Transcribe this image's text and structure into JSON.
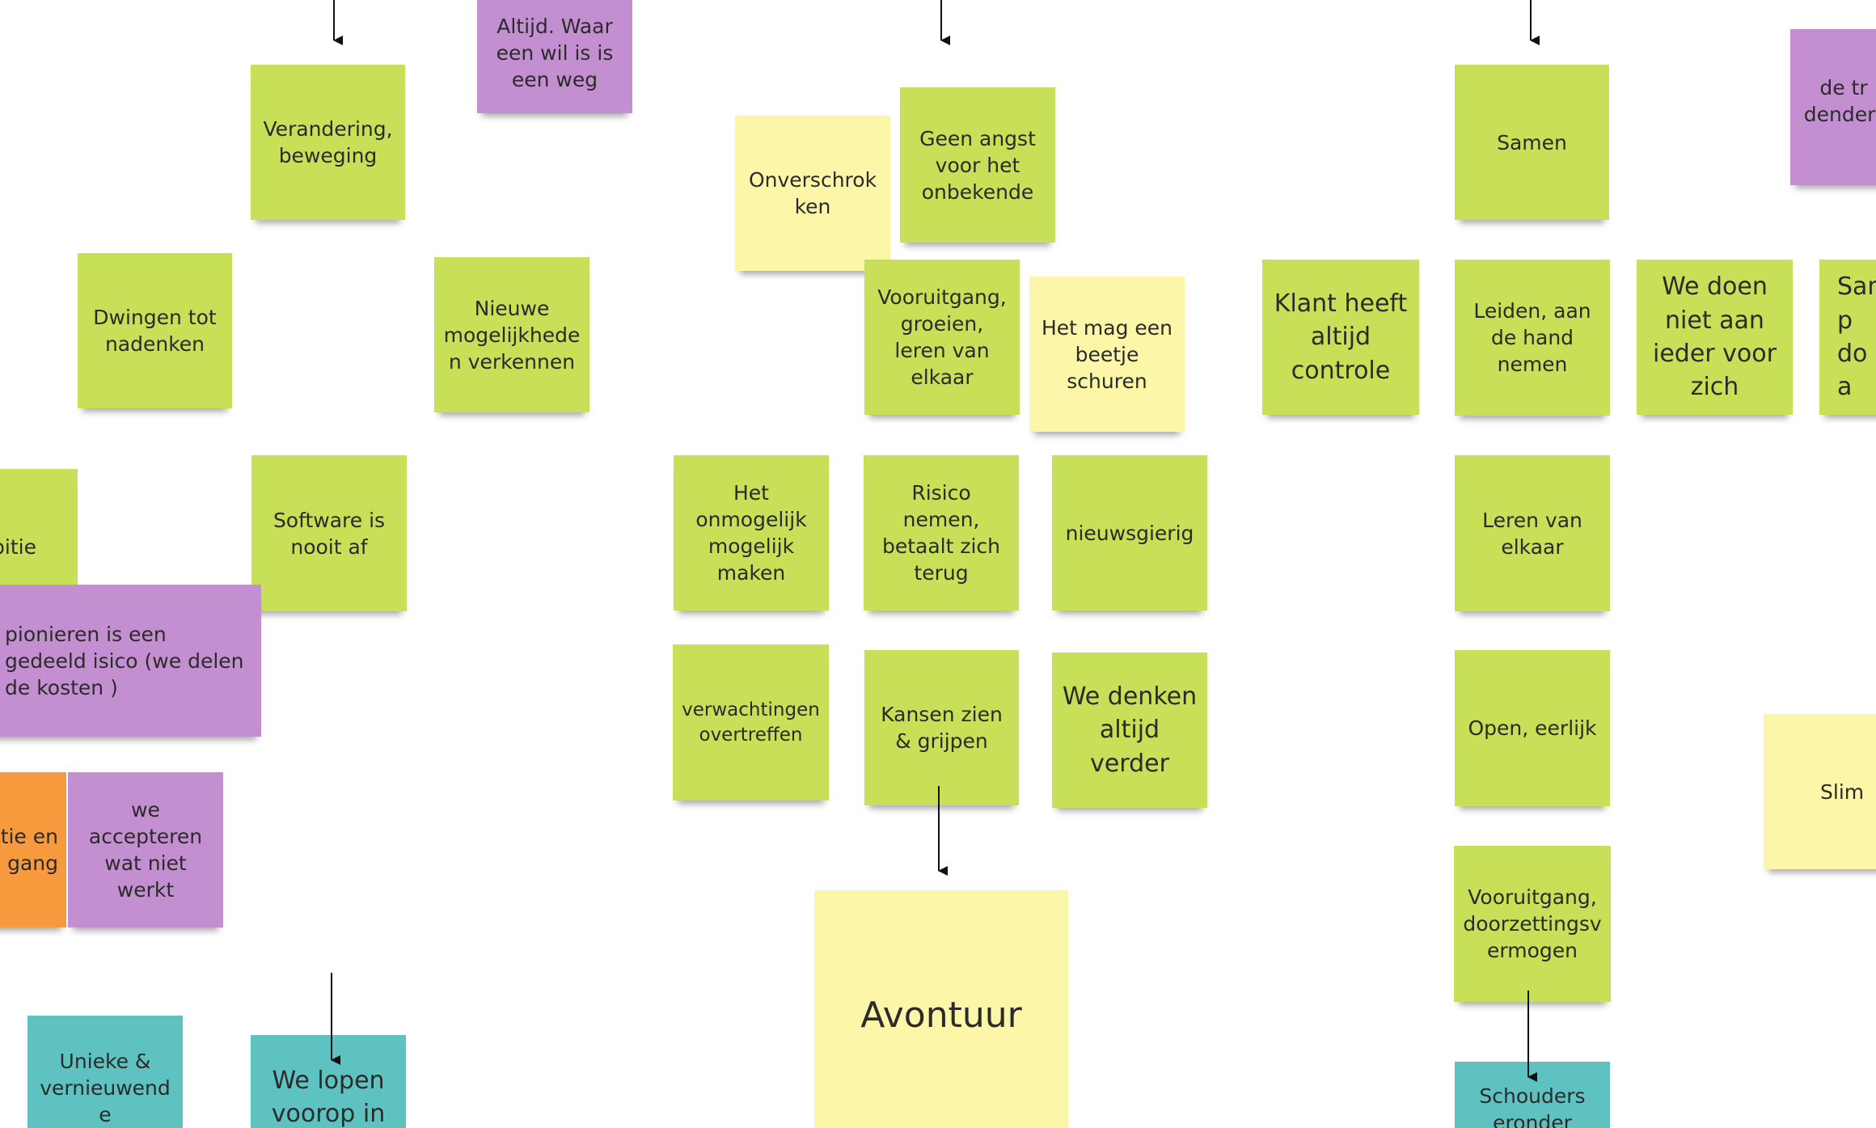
{
  "board": {
    "colors": {
      "green": "#c8df58",
      "yellow": "#fbf6a8",
      "purple": "#c48fd1",
      "orange": "#f79a3e",
      "teal": "#5dc2c0"
    },
    "notes": {
      "altijd_waar": "Altijd. Waar een wil is is een weg",
      "verandering": "Verandering, beweging",
      "dwingen": "Dwingen tot nadenken",
      "nieuwe_mogelijkheden": "Nieuwe mogelijkhede n verkennen",
      "ambitie_partial": "bitie",
      "software": "Software is nooit af",
      "pionieren": "pionieren is een gedeeld isico (we delen de kosten )",
      "orange_partial": "tie en gang",
      "accepteren": "we accepteren wat niet werkt",
      "unieke": "Unieke & vernieuwend e oplossingen",
      "we_lopen": "We lopen voorop in",
      "onverschrokken": "Onverschrok ken",
      "geen_angst": "Geen angst voor het onbekende",
      "vooruitgang_groeien": "Vooruitgang, groeien, leren van elkaar",
      "mag_schuren": "Het mag een beetje schuren",
      "onmogelijk": "Het onmogelijk mogelijk maken",
      "risico": "Risico nemen, betaalt zich terug",
      "nieuwsgierig": "nieuwsgierig",
      "verwachtingen": "verwachtingen overtreffen",
      "kansen": "Kansen zien & grijpen",
      "denken_verder": "We denken altijd verder",
      "avontuur": "Avontuur",
      "samen": "Samen",
      "klant": "Klant heeft altijd controle",
      "leiden": "Leiden, aan de hand nemen",
      "niet_ieder": "We doen niet aan ieder voor zich",
      "san_partial": "San p do a",
      "leren_elkaar": "Leren van elkaar",
      "open_eerlijk": "Open, eerlijk",
      "vooruitgang_doorzetting": "Vooruitgang, doorzettingsv ermogen",
      "schouders": "Schouders eronder",
      "slim": "Slim",
      "de_tr": "de tr dendert"
    }
  }
}
